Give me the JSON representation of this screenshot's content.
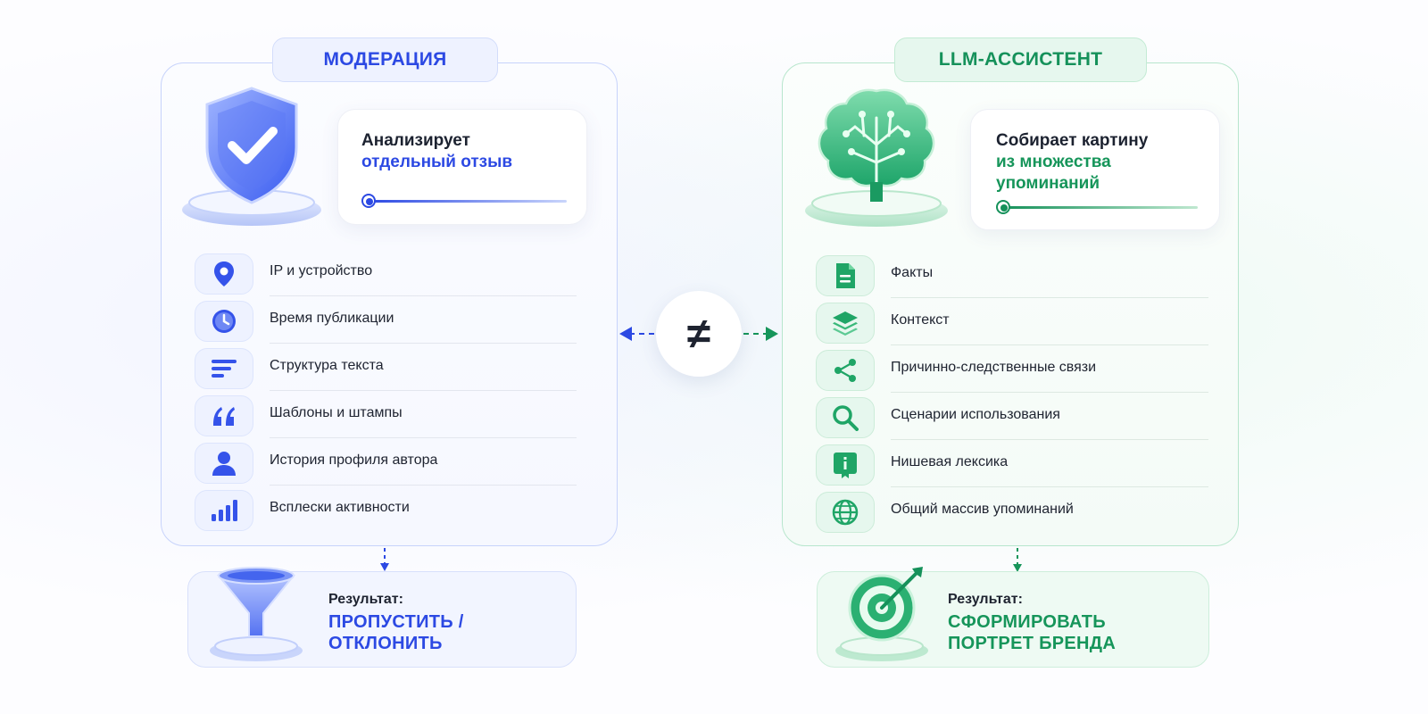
{
  "moderation": {
    "title": "МОДЕРАЦИЯ",
    "card_line1": "Анализирует",
    "card_line2": "отдельный отзыв",
    "items": [
      {
        "icon": "location-pin-icon",
        "label": "IP и устройство"
      },
      {
        "icon": "clock-icon",
        "label": "Время публикации"
      },
      {
        "icon": "text-lines-icon",
        "label": "Структура текста"
      },
      {
        "icon": "quote-icon",
        "label": "Шаблоны и штампы"
      },
      {
        "icon": "user-icon",
        "label": "История профиля автора"
      },
      {
        "icon": "bar-chart-icon",
        "label": "Всплески активности"
      }
    ],
    "result_label": "Результат:",
    "result_value_line1": "ПРОПУСТИТЬ /",
    "result_value_line2": "ОТКЛОНИТЬ",
    "accent": "#2c49e3"
  },
  "assistant": {
    "title": "LLM-АССИСТЕНТ",
    "card_line1": "Собирает картину",
    "card_line2": "из множества",
    "card_line3": "упоминаний",
    "items": [
      {
        "icon": "document-icon",
        "label": "Факты"
      },
      {
        "icon": "layers-icon",
        "label": "Контекст"
      },
      {
        "icon": "share-nodes-icon",
        "label": "Причинно-следственные связи"
      },
      {
        "icon": "magnifier-icon",
        "label": "Сценарии использования"
      },
      {
        "icon": "book-icon",
        "label": "Нишевая лексика"
      },
      {
        "icon": "globe-icon",
        "label": "Общий массив упоминаний"
      }
    ],
    "result_label": "Результат:",
    "result_value_line1": "СФОРМИРОВАТЬ",
    "result_value_line2": "ПОРТРЕТ БРЕНДА",
    "accent": "#16955a"
  },
  "comparison_symbol": "≠"
}
